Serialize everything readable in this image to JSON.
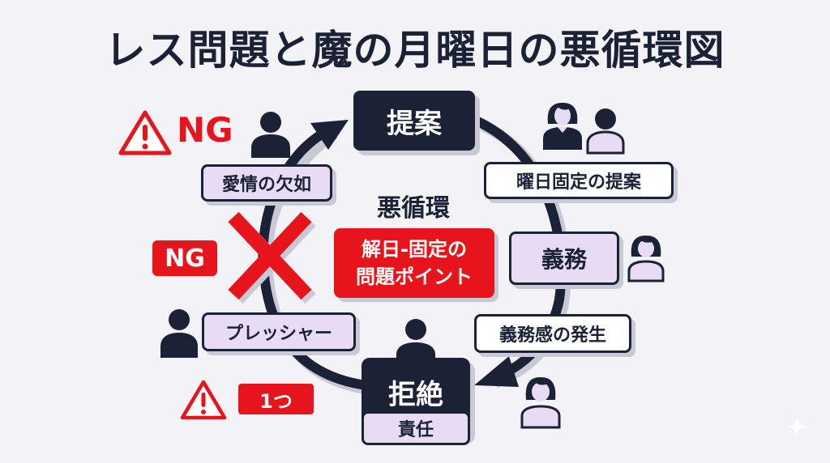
{
  "title": "レス問題と魔の月曜日の悪循環図",
  "center": {
    "label": "悪循環",
    "problem_box": {
      "line1": "解日-固定の",
      "line2": "問題ポイント"
    }
  },
  "nodes": {
    "proposal": "提案",
    "weekday_proposal": "曜日固定の提案",
    "obligation": "義務",
    "obligation_feeling": "義務感の発生",
    "rejection": "拒絶",
    "responsibility": "責任",
    "pressure": "プレッシャー",
    "lack_of_affection": "愛情の欠如"
  },
  "badges": {
    "ng_top": "NG",
    "ng_middle": "NG",
    "bottom_badge": "1つ"
  },
  "colors": {
    "background": "#f2f2f7",
    "navy": "#1b2236",
    "red": "#e8141c",
    "lilac": "#e8dcf5",
    "shadow": "#c9c9d6"
  }
}
